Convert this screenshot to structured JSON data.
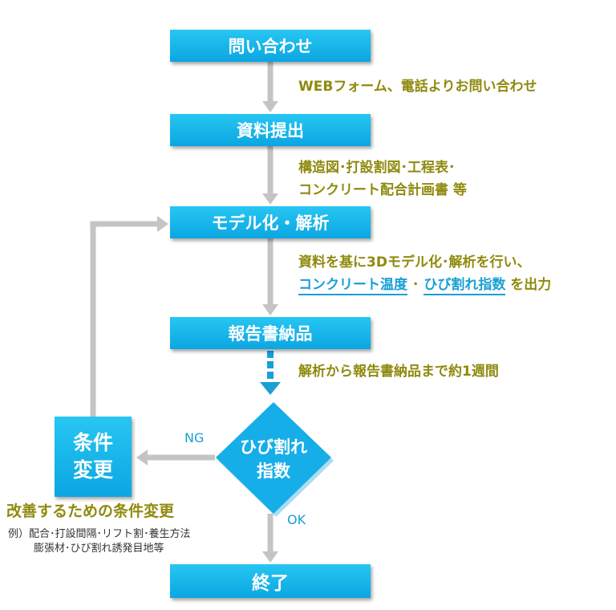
{
  "steps": {
    "inquiry": "問い合わせ",
    "submit": "資料提出",
    "model": "モデル化・解析",
    "report": "報告書納品",
    "end": "終了"
  },
  "notes": {
    "inquiry": "WEBフォーム、電話よりお問い合わせ",
    "submit_line1": "構造図･打設割図･工程表･",
    "submit_line2": "コンクリート配合計画書 等",
    "model_line1": "資料を基に3Dモデル化･解析を行い、",
    "model_hl1": "コンクリート温度",
    "model_sep": "･",
    "model_hl2": "ひび割れ指数",
    "model_tail": "を出力",
    "report": "解析から報告書納品まで約1週間"
  },
  "decision": {
    "line1": "ひび割れ",
    "line2": "指数"
  },
  "labels": {
    "ng": "NG",
    "ok": "OK"
  },
  "condition": {
    "line1": "条件",
    "line2": "変更"
  },
  "improve": {
    "title": "改善するための条件変更",
    "ex1": "例）配合･打設間隔･リフト割･養生方法",
    "ex2": "膨張材･ひび割れ誘発目地等"
  },
  "colors": {
    "box": "#17b3ea",
    "arrow": "#c4c4c4",
    "note": "#8f8a0e",
    "accent": "#1a9fd6"
  }
}
